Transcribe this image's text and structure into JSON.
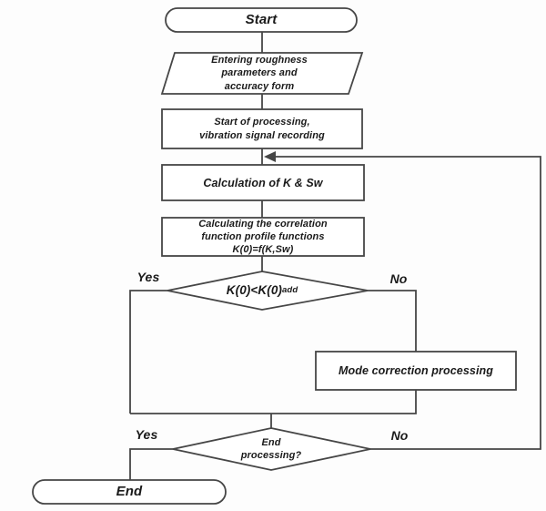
{
  "colors": {
    "line": "#464646",
    "text": "#1a1a1a",
    "shape_fill": "#ffffff",
    "background": "#fdfdfd"
  },
  "nodes": {
    "start": {
      "label": "Start"
    },
    "input_params": {
      "label": "Entering roughness\nparameters and\naccuracy form"
    },
    "start_processing": {
      "label": "Start of processing,\nvibration signal recording"
    },
    "calculation": {
      "label": "Calculation of K & Sw"
    },
    "correlation": {
      "label": "Calculating the correlation\nfunction profile functions\nK(0)=f(K,Sw)"
    },
    "decision_k": {
      "label": "K(0)<K(0)",
      "subscript": "add"
    },
    "mode_correction": {
      "label": "Mode correction processing"
    },
    "decision_end": {
      "label": "End\nprocessing?"
    },
    "end": {
      "label": "End"
    }
  },
  "branches": {
    "decision_k_yes": "Yes",
    "decision_k_no": "No",
    "decision_end_yes": "Yes",
    "decision_end_no": "No"
  }
}
